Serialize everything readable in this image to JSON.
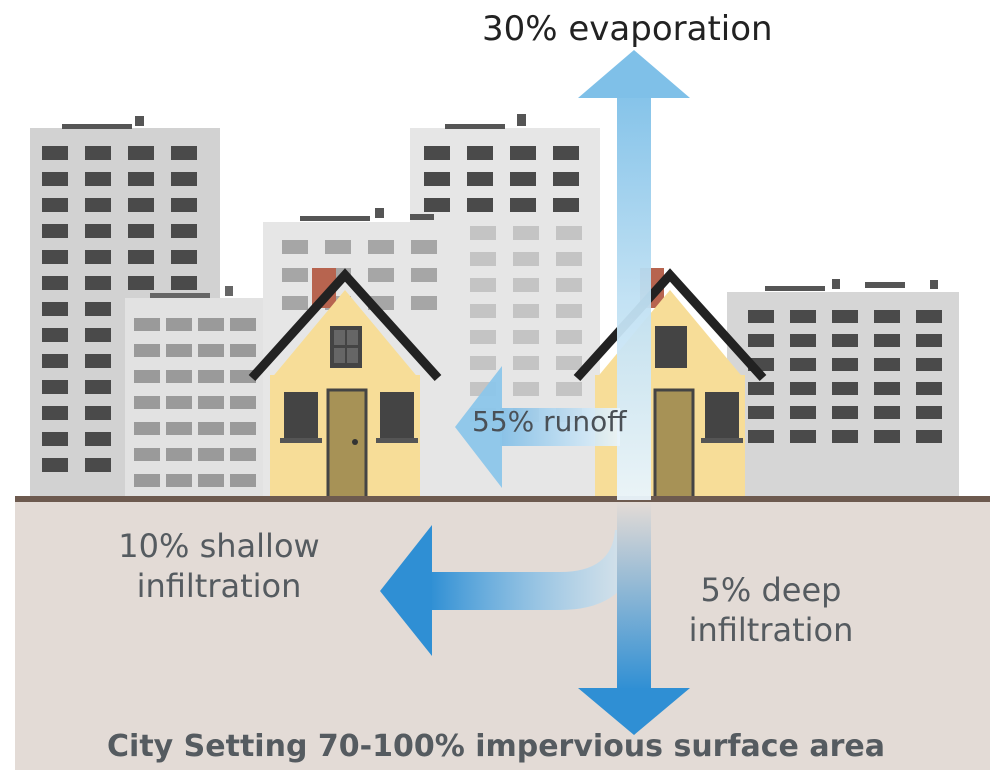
{
  "labels": {
    "evaporation": "30% evaporation",
    "runoff": "55% runoff",
    "shallow_line1": "10% shallow",
    "shallow_line2": "infiltration",
    "deep_line1": "5% deep",
    "deep_line2": "infiltration",
    "caption": "City Setting 70-100% impervious surface area"
  },
  "colors": {
    "ground": "#e3dbd6",
    "ground_line": "#6d5a4f",
    "building_dark": "#cfcfcf",
    "building_light": "#e4e4e4",
    "window_dark": "#4a4a4a",
    "window_light": "#9a9a9a",
    "house_wall": "#f7dd98",
    "house_roof": "#222222",
    "door": "#a79256",
    "arrow": "#4a9fd8",
    "arrow_light": "#cfe7f6"
  }
}
